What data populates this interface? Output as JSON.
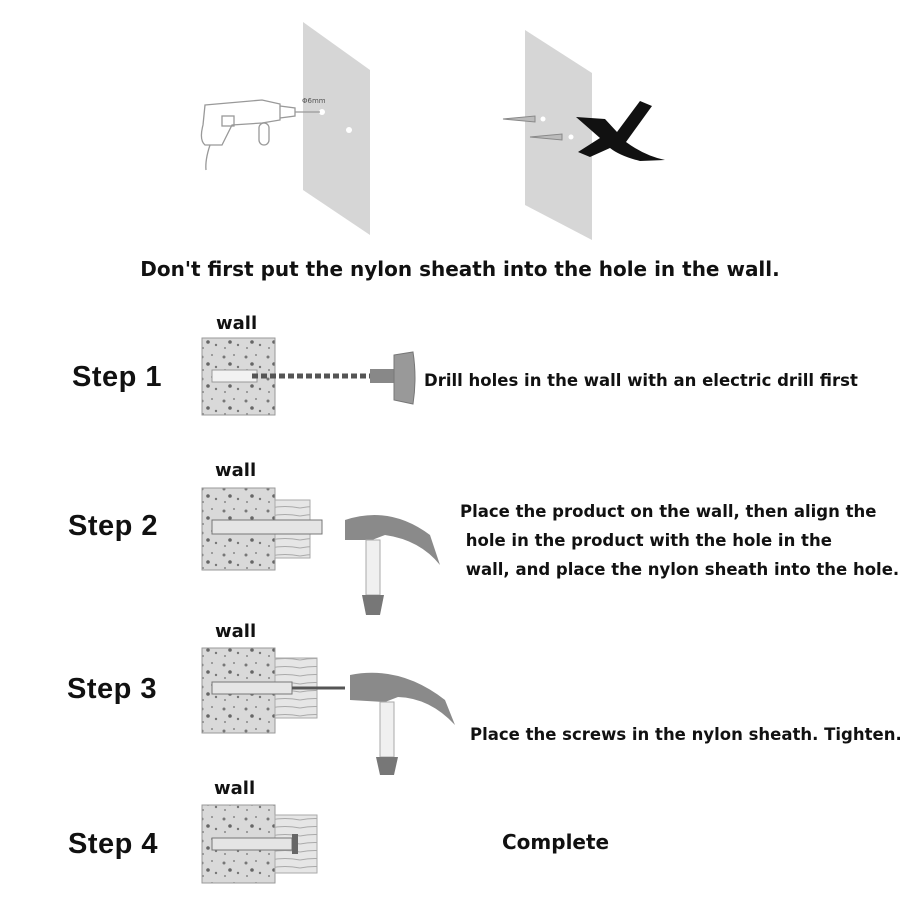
{
  "top": {
    "drill_label": "Φ6mm",
    "warning": "Don't first put the nylon sheath into the hole in the wall."
  },
  "wall_label": "wall",
  "steps": [
    {
      "label": "Step 1",
      "description": [
        "Drill holes in the wall with an electric drill first"
      ]
    },
    {
      "label": "Step 2",
      "description": [
        "Place the product on the wall, then align the",
        " hole in the product with the hole in the",
        " wall, and place the nylon sheath into the hole."
      ]
    },
    {
      "label": "Step 3",
      "description": [
        "Place the screws in the nylon sheath. Tighten."
      ]
    },
    {
      "label": "Step 4",
      "description": [
        "Complete"
      ]
    }
  ]
}
